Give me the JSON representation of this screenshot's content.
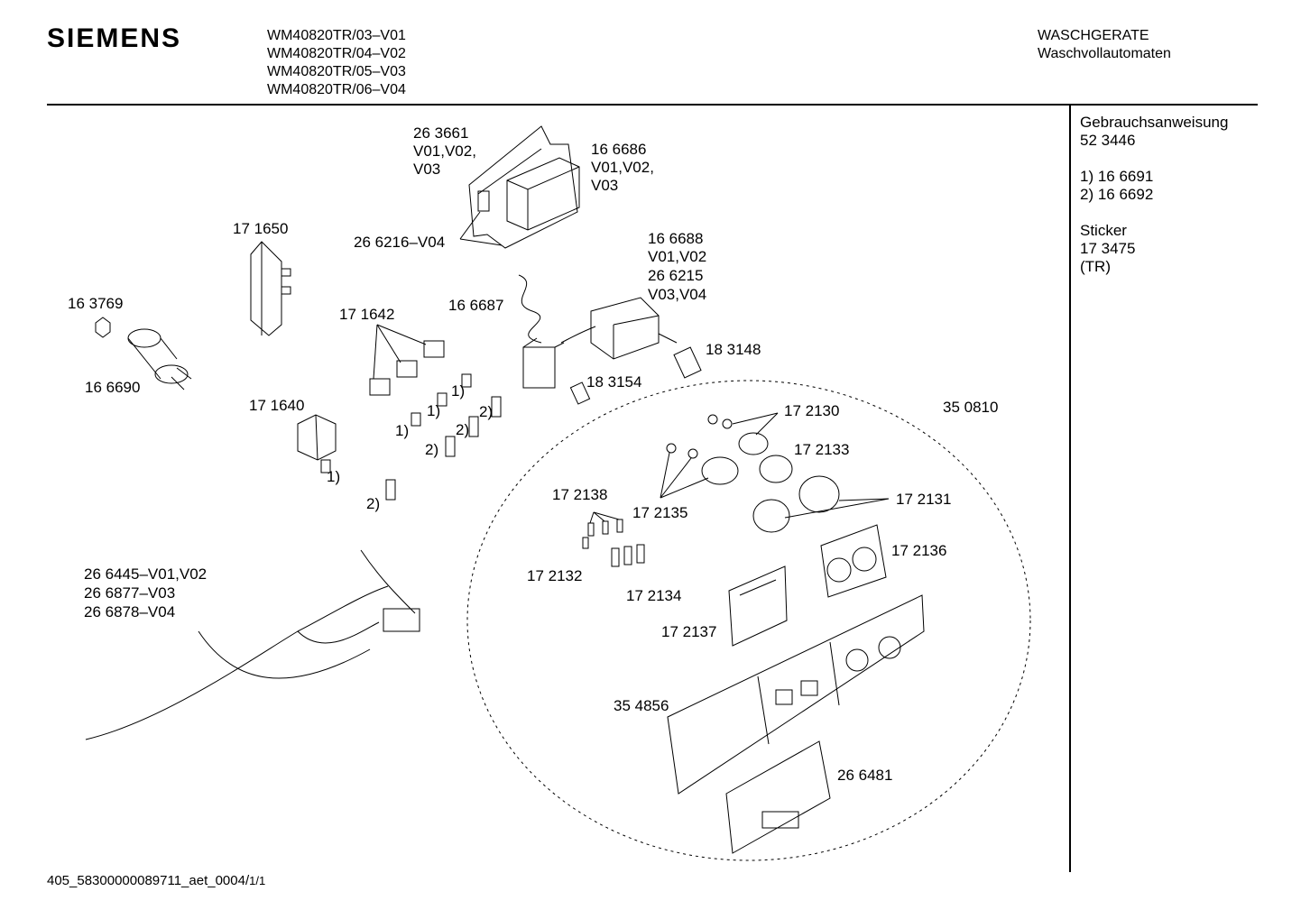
{
  "header": {
    "brand": "SIEMENS",
    "models": [
      "WM40820TR/03–V01",
      "WM40820TR/04–V02",
      "WM40820TR/05–V03",
      "WM40820TR/06–V04"
    ],
    "category": "WASCHGERATE",
    "subcategory": "Waschvollautomaten"
  },
  "sidebar": {
    "manual_title": "Gebrauchsanweisung",
    "manual_no": "52 3446",
    "note1": "1)  16 6691",
    "note2": "2)  16 6692",
    "sticker_title": "Sticker",
    "sticker_no": "17 3475",
    "sticker_region": "(TR)"
  },
  "labels": {
    "p263661": "26 3661",
    "p263661v": "V01,V02,",
    "p263661v3": "V03",
    "p166686": "16 6686",
    "p166686v": "V01,V02,",
    "p166686v3": "V03",
    "p266216": "26 6216–V04",
    "p171650": "17 1650",
    "p166688": "16 6688",
    "p166688v": "V01,V02",
    "p266215": "26 6215",
    "p266215v": "V03,V04",
    "p163769": "16 3769",
    "p171642": "17 1642",
    "p166687": "16 6687",
    "p183148": "18 3148",
    "p166690": "16 6690",
    "p183154": "18 3154",
    "p171640": "17 1640",
    "n1a": "1)",
    "n1b": "1)",
    "n1c": "1)",
    "n1d": "1)",
    "n2a": "2)",
    "n2b": "2)",
    "n2c": "2)",
    "n2d": "2)",
    "p350810": "35 0810",
    "p172130": "17 2130",
    "p172133": "17 2133",
    "p172138": "17 2138",
    "p172135": "17 2135",
    "p172131": "17 2131",
    "p172136": "17 2136",
    "p172132": "17 2132",
    "p172134": "17 2134",
    "p266445": "26 6445–V01,V02",
    "p266877": "26 6877–V03",
    "p266878": "26 6878–V04",
    "p172137": "17 2137",
    "p354856": "35 4856",
    "p266481": "26 6481"
  },
  "footer": {
    "code": "405_58300000089711_aet_0004/",
    "page": "1/1"
  }
}
